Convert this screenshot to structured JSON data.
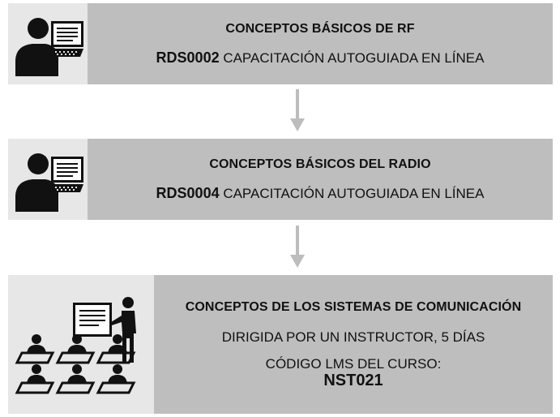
{
  "steps": [
    {
      "title": "CONCEPTOS BÁSICOS DE RF",
      "code": "RDS0002",
      "desc": " CAPACITACIÓN AUTOGUIADA EN LÍNEA"
    },
    {
      "title": "CONCEPTOS BÁSICOS DEL RADIO",
      "code": "RDS0004",
      "desc": " CAPACITACIÓN AUTOGUIADA EN LÍNEA"
    },
    {
      "title": "CONCEPTOS DE LOS SISTEMAS DE COMUNICACIÓN",
      "desc": "DIRIGIDA POR UN INSTRUCTOR, 5 DÍAS",
      "code_label": "CÓDIGO LMS DEL CURSO:",
      "code": "NST021"
    }
  ],
  "icons": {
    "step1": "online-learner-icon",
    "step2": "online-learner-icon",
    "step3": "classroom-instructor-icon",
    "arrows": "down-arrow-icon"
  },
  "colors": {
    "icon_panel": "#e7e7e7",
    "text_panel": "#bebebe",
    "arrow": "#bdbdbd",
    "figure": "#111111"
  }
}
